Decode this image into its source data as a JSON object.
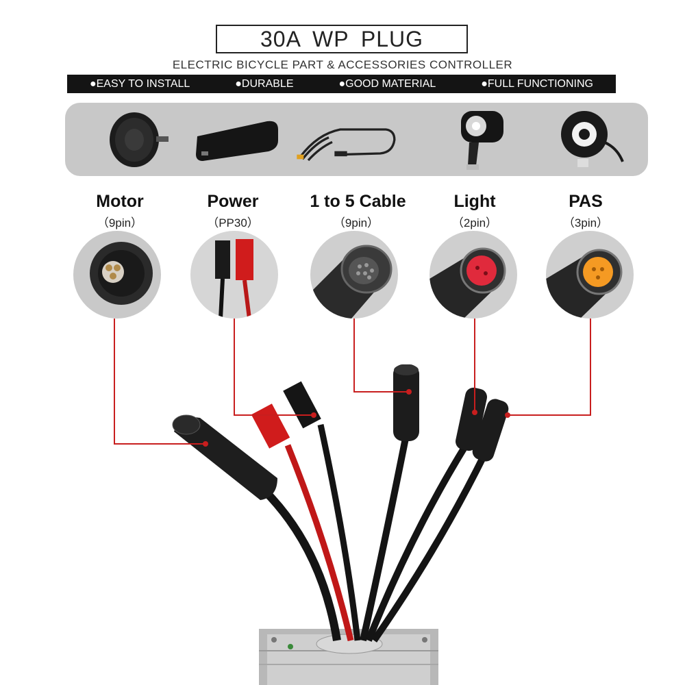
{
  "title": "30A  WP  PLUG",
  "subtitle": "ELECTRIC BICYCLE PART & ACCESSORIES CONTROLLER",
  "features": [
    "●EASY TO INSTALL",
    "●DURABLE",
    "●GOOD MATERIAL",
    "●FULL FUNCTIONING"
  ],
  "products": [
    {
      "icon": "hub-motor-icon"
    },
    {
      "icon": "battery-icon"
    },
    {
      "icon": "cable-harness-icon"
    },
    {
      "icon": "headlight-icon"
    },
    {
      "icon": "pas-sensor-icon"
    }
  ],
  "connectors": [
    {
      "name": "Motor",
      "pin": "（9pin）",
      "color": "#3a3a3a"
    },
    {
      "name": "Power",
      "pin": "（PP30）",
      "color": "#d01c1c"
    },
    {
      "name": "1 to 5 Cable",
      "pin": "（9pin）",
      "color": "#4a4a4a"
    },
    {
      "name": "Light",
      "pin": "（2pin）",
      "color": "#e02a3c"
    },
    {
      "name": "PAS",
      "pin": "（3pin）",
      "color": "#f59a23"
    }
  ],
  "colors": {
    "leader_line": "#c81e1e",
    "strip": "#c8c8c8",
    "bar": "#141414"
  }
}
